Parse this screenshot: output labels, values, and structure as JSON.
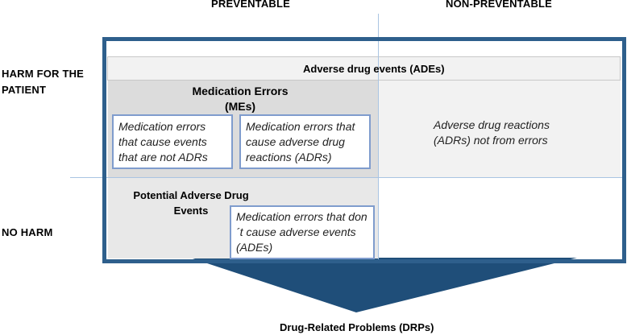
{
  "columns": {
    "preventable": "PREVENTABLE",
    "non_preventable": "NON-PREVENTABLE"
  },
  "rows": {
    "harm": "HARM FOR THE PATIENT",
    "no_harm": "NO HARM"
  },
  "ades_label": "Adverse drug events (ADEs)",
  "medication_errors_label": "Medication Errors (MEs)",
  "boxes": {
    "me_not_adrs": "Medication errors that cause events that are not ADRs",
    "me_adrs": "Medication errors that cause adverse drug reactions (ADRs)",
    "adrs_not_errors": "Adverse drug reactions (ADRs) not from errors",
    "me_no_ades": "Medication errors that don´t cause adverse events (ADEs)"
  },
  "potential_ades_label": "Potential Adverse Drug Events",
  "drps_label": "Drug-Related Problems (DRPs)",
  "colors": {
    "frame": "#2e5f8c",
    "arrow": "#1f4e79",
    "grid": "#a9c4e2",
    "ades_fill": "#f2f2f2",
    "me_fill": "#dcdcdc",
    "box_border": "#7f9ccd"
  }
}
